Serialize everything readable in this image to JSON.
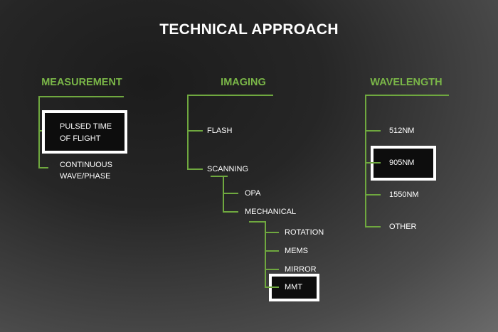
{
  "title": "TECHNICAL APPROACH",
  "columns": {
    "measurement": {
      "header": "MEASUREMENT",
      "items": [
        "PULSED TIME\nOF FLIGHT",
        "CONTINUOUS\nWAVE/PHASE"
      ],
      "selected": "PULSED TIME\nOF FLIGHT"
    },
    "imaging": {
      "header": "IMAGING",
      "items": [
        "FLASH",
        "SCANNING"
      ],
      "scanning_children": [
        "OPA",
        "MECHANICAL"
      ],
      "mechanical_children": [
        "ROTATION",
        "MEMS",
        "MIRROR",
        "MMT"
      ],
      "selected": "MMT"
    },
    "wavelength": {
      "header": "WAVELENGTH",
      "items": [
        "512NM",
        "905NM",
        "1550NM",
        "OTHER"
      ],
      "selected": "905NM"
    }
  },
  "colors": {
    "accent": "#7ab648",
    "connector": "#6fa83f",
    "box_fill": "#0d0d0d",
    "box_border": "#ffffff"
  }
}
